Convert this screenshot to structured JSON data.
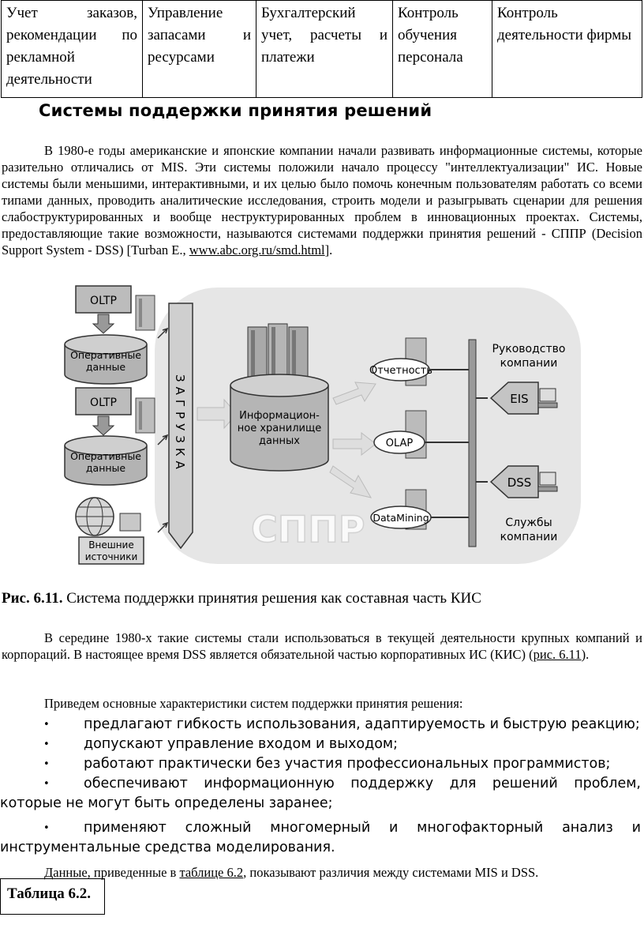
{
  "table_cells": [
    "Учет заказов, рекомендации по рекламной деятельности",
    "Управление запасами и ресурсами",
    "Бухгалтерский учет, расчеты и платежи",
    "Контроль обучения персонала",
    "Контроль деятельности фирмы"
  ],
  "section_title": "Системы поддержки принятия решений",
  "para1": {
    "text": "В 1980-е годы американские и японские компании начали развивать информационные системы, которые разительно отличались от MIS. Эти системы положили начало процессу \"интеллектуализации\" ИС. Новые системы были меньшими, интерактивными, и их целью было помочь конечным пользователям работать со всеми типами данных, проводить аналитические исследования, строить модели и разыгрывать сценарии для решения слабоструктурированных и вообще неструктурированных проблем в инновационных проектах. Системы, предоставляющие такие возможности, называются системами поддержки принятия решений - СППР (Decision Support System - DSS) [Turban E., ",
    "link": "www.abc.org.ru/smd.html",
    "tail": "]."
  },
  "figure": {
    "oltp1": "OLTP",
    "oltp2": "OLTP",
    "opdata1_l1": "Оперативные",
    "opdata1_l2": "данные",
    "opdata2_l1": "Оперативные",
    "opdata2_l2": "данные",
    "external_l1": "Внешние",
    "external_l2": "источники",
    "load": "ЗАГРУЗКА",
    "dw_l1": "Информацион-",
    "dw_l2": "ное хранилище",
    "dw_l3": "данных",
    "report": "Отчетность",
    "olap": "OLAP",
    "datamining": "DataMining",
    "mgmt_l1": "Руководство",
    "mgmt_l2": "компании",
    "eis": "EIS",
    "dss": "DSS",
    "services_l1": "Службы",
    "services_l2": "компании",
    "watermark": "СППР"
  },
  "caption": {
    "label": "Рис. 6.11.",
    "text": " Система поддержки принятия решения как составная часть КИС"
  },
  "para2": {
    "text": "В середине 1980-х такие системы стали использоваться в текущей деятельности крупных компаний и корпораций. В настоящее время DSS является обязательной частью корпоративных ИС (КИС) (",
    "link": "рис. 6.11",
    "tail": ")."
  },
  "para3": "Приведем основные характеристики систем поддержки принятия решения:",
  "bullets": [
    "предлагают гибкость использования, адаптируемость и быструю реакцию;",
    "допускают управление входом и выходом;",
    "работают практически без участия профессиональных программистов;",
    "обеспечивают информационную поддержку для решений проблем, которые не могут быть определены заранее;",
    "применяют сложный многомерный и многофакторный анализ и инструментальные средства моделирования."
  ],
  "bullet_symbol": "•",
  "para4": {
    "pre": "Данные, приведенные в ",
    "link": "таблице 6.2",
    "post": ", показывают различия между системами MIS и DSS."
  },
  "table_label": "Таблица 6.2."
}
